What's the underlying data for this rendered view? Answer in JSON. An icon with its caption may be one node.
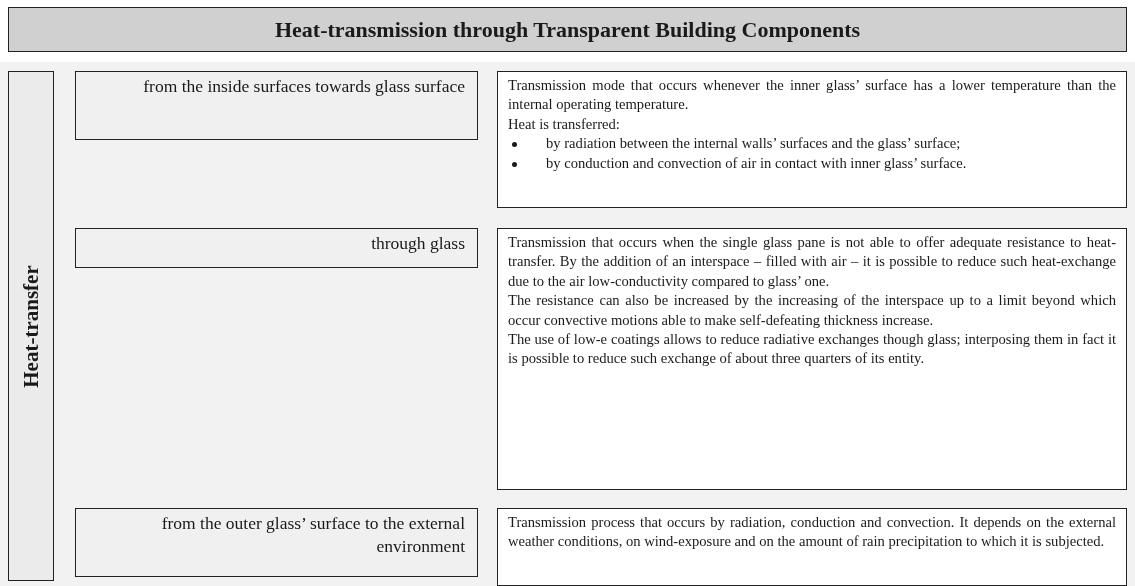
{
  "diagram": {
    "title": "Heat-transmission through Transparent Building Components",
    "nodes": [
      {
        "text": [
          "Heat-transfer"
        ]
      },
      {
        "text": [
          "from the inside surfaces towards glass surface"
        ]
      },
      {
        "text": [
          "Transmission mode that occurs whenever the inner glass’ surface has a lower temperature than the internal operating temperature.",
          "Heat is transferred:",
          "by radiation between the internal walls’ surfaces and the glass’ surface;",
          "by conduction and convection of air in contact with inner glass’ surface."
        ]
      },
      {
        "text": [
          "through glass"
        ]
      },
      {
        "text": [
          "Transmission that occurs when the single glass pane is not able to offer adequate resistance to heat-transfer. By the addition of an interspace – filled with air – it is possible to reduce such heat-exchange due to the air low-conductivity compared to glass’ one.",
          "The resistance can also be increased by the increasing of the interspace up to a limit beyond which occur convective motions able to make self-defeating thickness increase.",
          "The use of low-e coatings allows to reduce radiative exchanges though glass; interposing them in fact it is possible to reduce such exchange of about three quarters of its entity."
        ]
      },
      {
        "text": [
          "from the outer glass’ surface to the external environment"
        ]
      },
      {
        "text": [
          "Transmission process that occurs by radiation, conduction and convection. It depends on the external weather conditions, on wind-exposure and on the amount of rain precipitation to which it is subjected."
        ]
      }
    ]
  }
}
